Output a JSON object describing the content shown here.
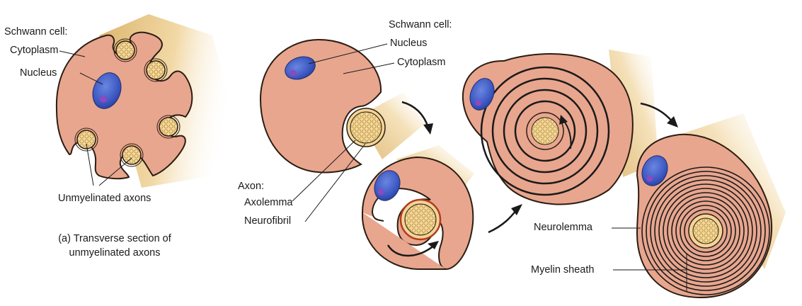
{
  "colors": {
    "cytoplasm": "#e8a68e",
    "membrane": "#2b1d12",
    "axon_fill": "#f2d596",
    "nucleus": "#3b59c2",
    "nucleolus": "#8a4ac0",
    "fiber": "#e2bb72"
  },
  "panel_a": {
    "title": "Schwann cell:",
    "cytoplasm": "Cytoplasm",
    "nucleus": "Nucleus",
    "axons": "Unmyelinated axons",
    "caption_line1": "(a) Transverse section of",
    "caption_line2": "unmyelinated axons"
  },
  "panel_b": {
    "title": "Schwann cell:",
    "nucleus": "Nucleus",
    "cytoplasm": "Cytoplasm",
    "axon_title": "Axon:",
    "axolemma": "Axolemma",
    "neurofibril": "Neurofibril",
    "neurolemma": "Neurolemma",
    "myelin": "Myelin sheath"
  }
}
